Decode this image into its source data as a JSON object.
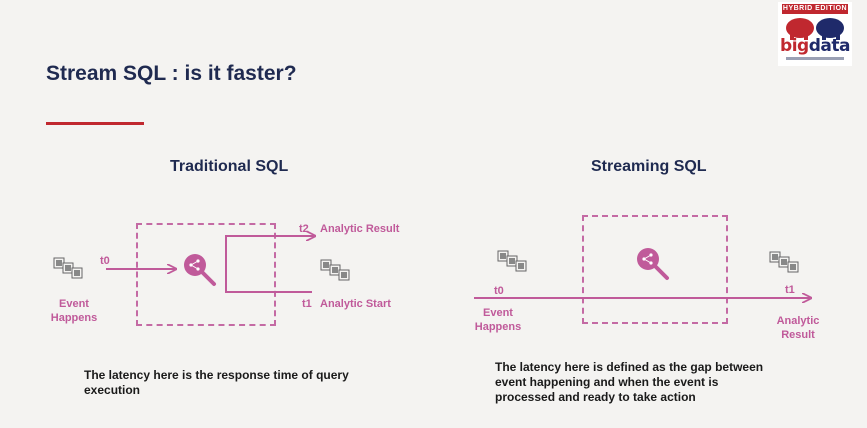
{
  "slide": {
    "title": "Stream SQL : is it faster?"
  },
  "logo": {
    "badge": "HYBRID EDITION",
    "word_big": "big",
    "word_data": "data"
  },
  "traditional": {
    "heading": "Traditional SQL",
    "t0": "t0",
    "t1": "t1",
    "t2": "t2",
    "analytic_result": "Analytic Result",
    "analytic_start": "Analytic Start",
    "event_line1": "Event",
    "event_line2": "Happens",
    "caption_line1": "The latency here is the response time of query",
    "caption_line2": "execution"
  },
  "streaming": {
    "heading": "Streaming SQL",
    "t0": "t0",
    "t1": "t1",
    "event_line1": "Event",
    "event_line2": "Happens",
    "result_line1": "Analytic",
    "result_line2": "Result",
    "caption_line1": "The latency here is defined as the gap between",
    "caption_line2": "event happening and when the event is",
    "caption_line3": "processed and ready to take action"
  },
  "colors": {
    "accent": "#c05a9a",
    "title": "#1f2a50",
    "rule": "#c0282f"
  },
  "icons": [
    "data-blocks-icon",
    "search-share-icon"
  ]
}
